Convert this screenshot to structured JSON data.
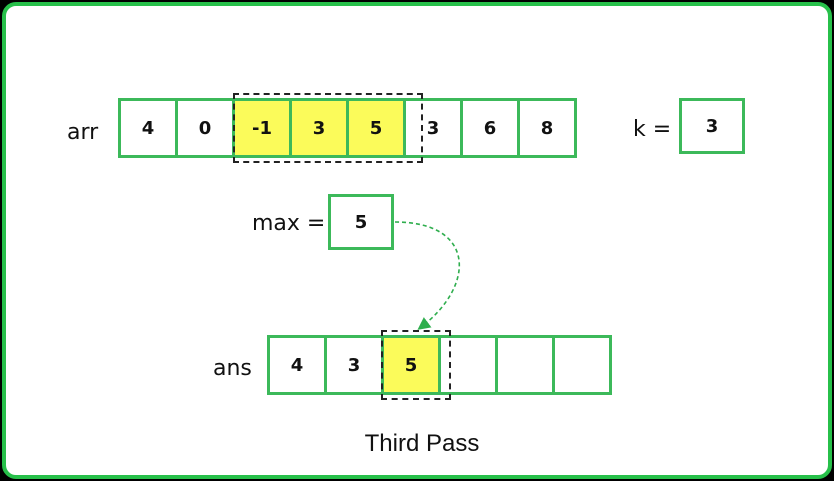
{
  "arr": {
    "label": "arr",
    "values": [
      "4",
      "0",
      "-1",
      "3",
      "5",
      "3",
      "6",
      "8"
    ],
    "highlighted_indices": [
      2,
      3,
      4
    ]
  },
  "k": {
    "label": "k =",
    "value": "3"
  },
  "max": {
    "label": "max =",
    "value": "5"
  },
  "ans": {
    "label": "ans",
    "values": [
      "4",
      "3",
      "5",
      "",
      "",
      ""
    ],
    "highlighted_indices": [
      2
    ]
  },
  "caption": "Third Pass",
  "colors": {
    "frame": "#27c04a",
    "cell_border": "#3cb95a",
    "highlight": "#fbfb5a",
    "arrow": "#2fae4e",
    "window_border": "#222222"
  }
}
